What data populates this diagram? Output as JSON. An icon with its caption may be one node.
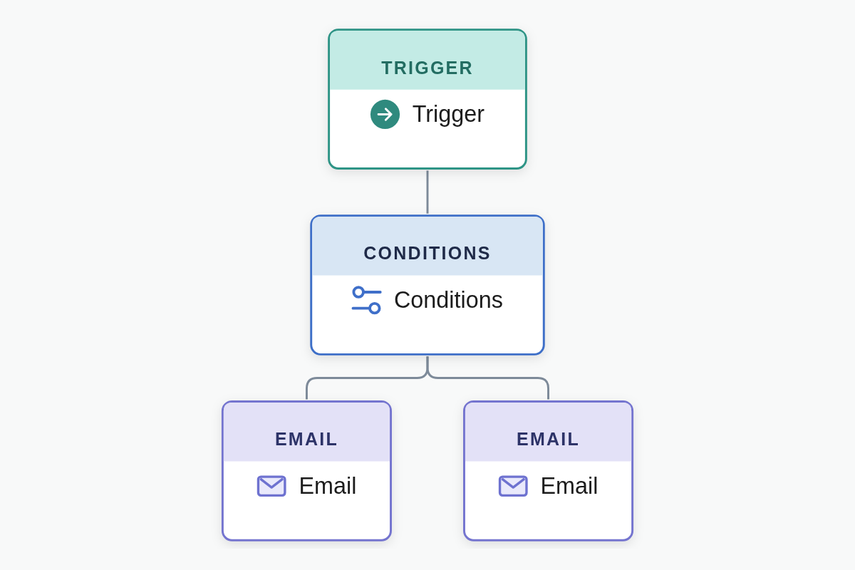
{
  "diagram": {
    "nodes": [
      {
        "text": [
          "TRIGGER",
          "Trigger"
        ]
      },
      {
        "text": [
          "CONDITIONS",
          "Conditions"
        ]
      },
      {
        "text": [
          "EMAIL",
          "Email"
        ]
      },
      {
        "text": [
          "EMAIL",
          "Email"
        ]
      }
    ],
    "edges": [
      {
        "from": 0,
        "to": 1,
        "arrow": "none"
      },
      {
        "from": 1,
        "to": 2,
        "arrow": "none"
      },
      {
        "from": 1,
        "to": 3,
        "arrow": "none"
      }
    ]
  }
}
